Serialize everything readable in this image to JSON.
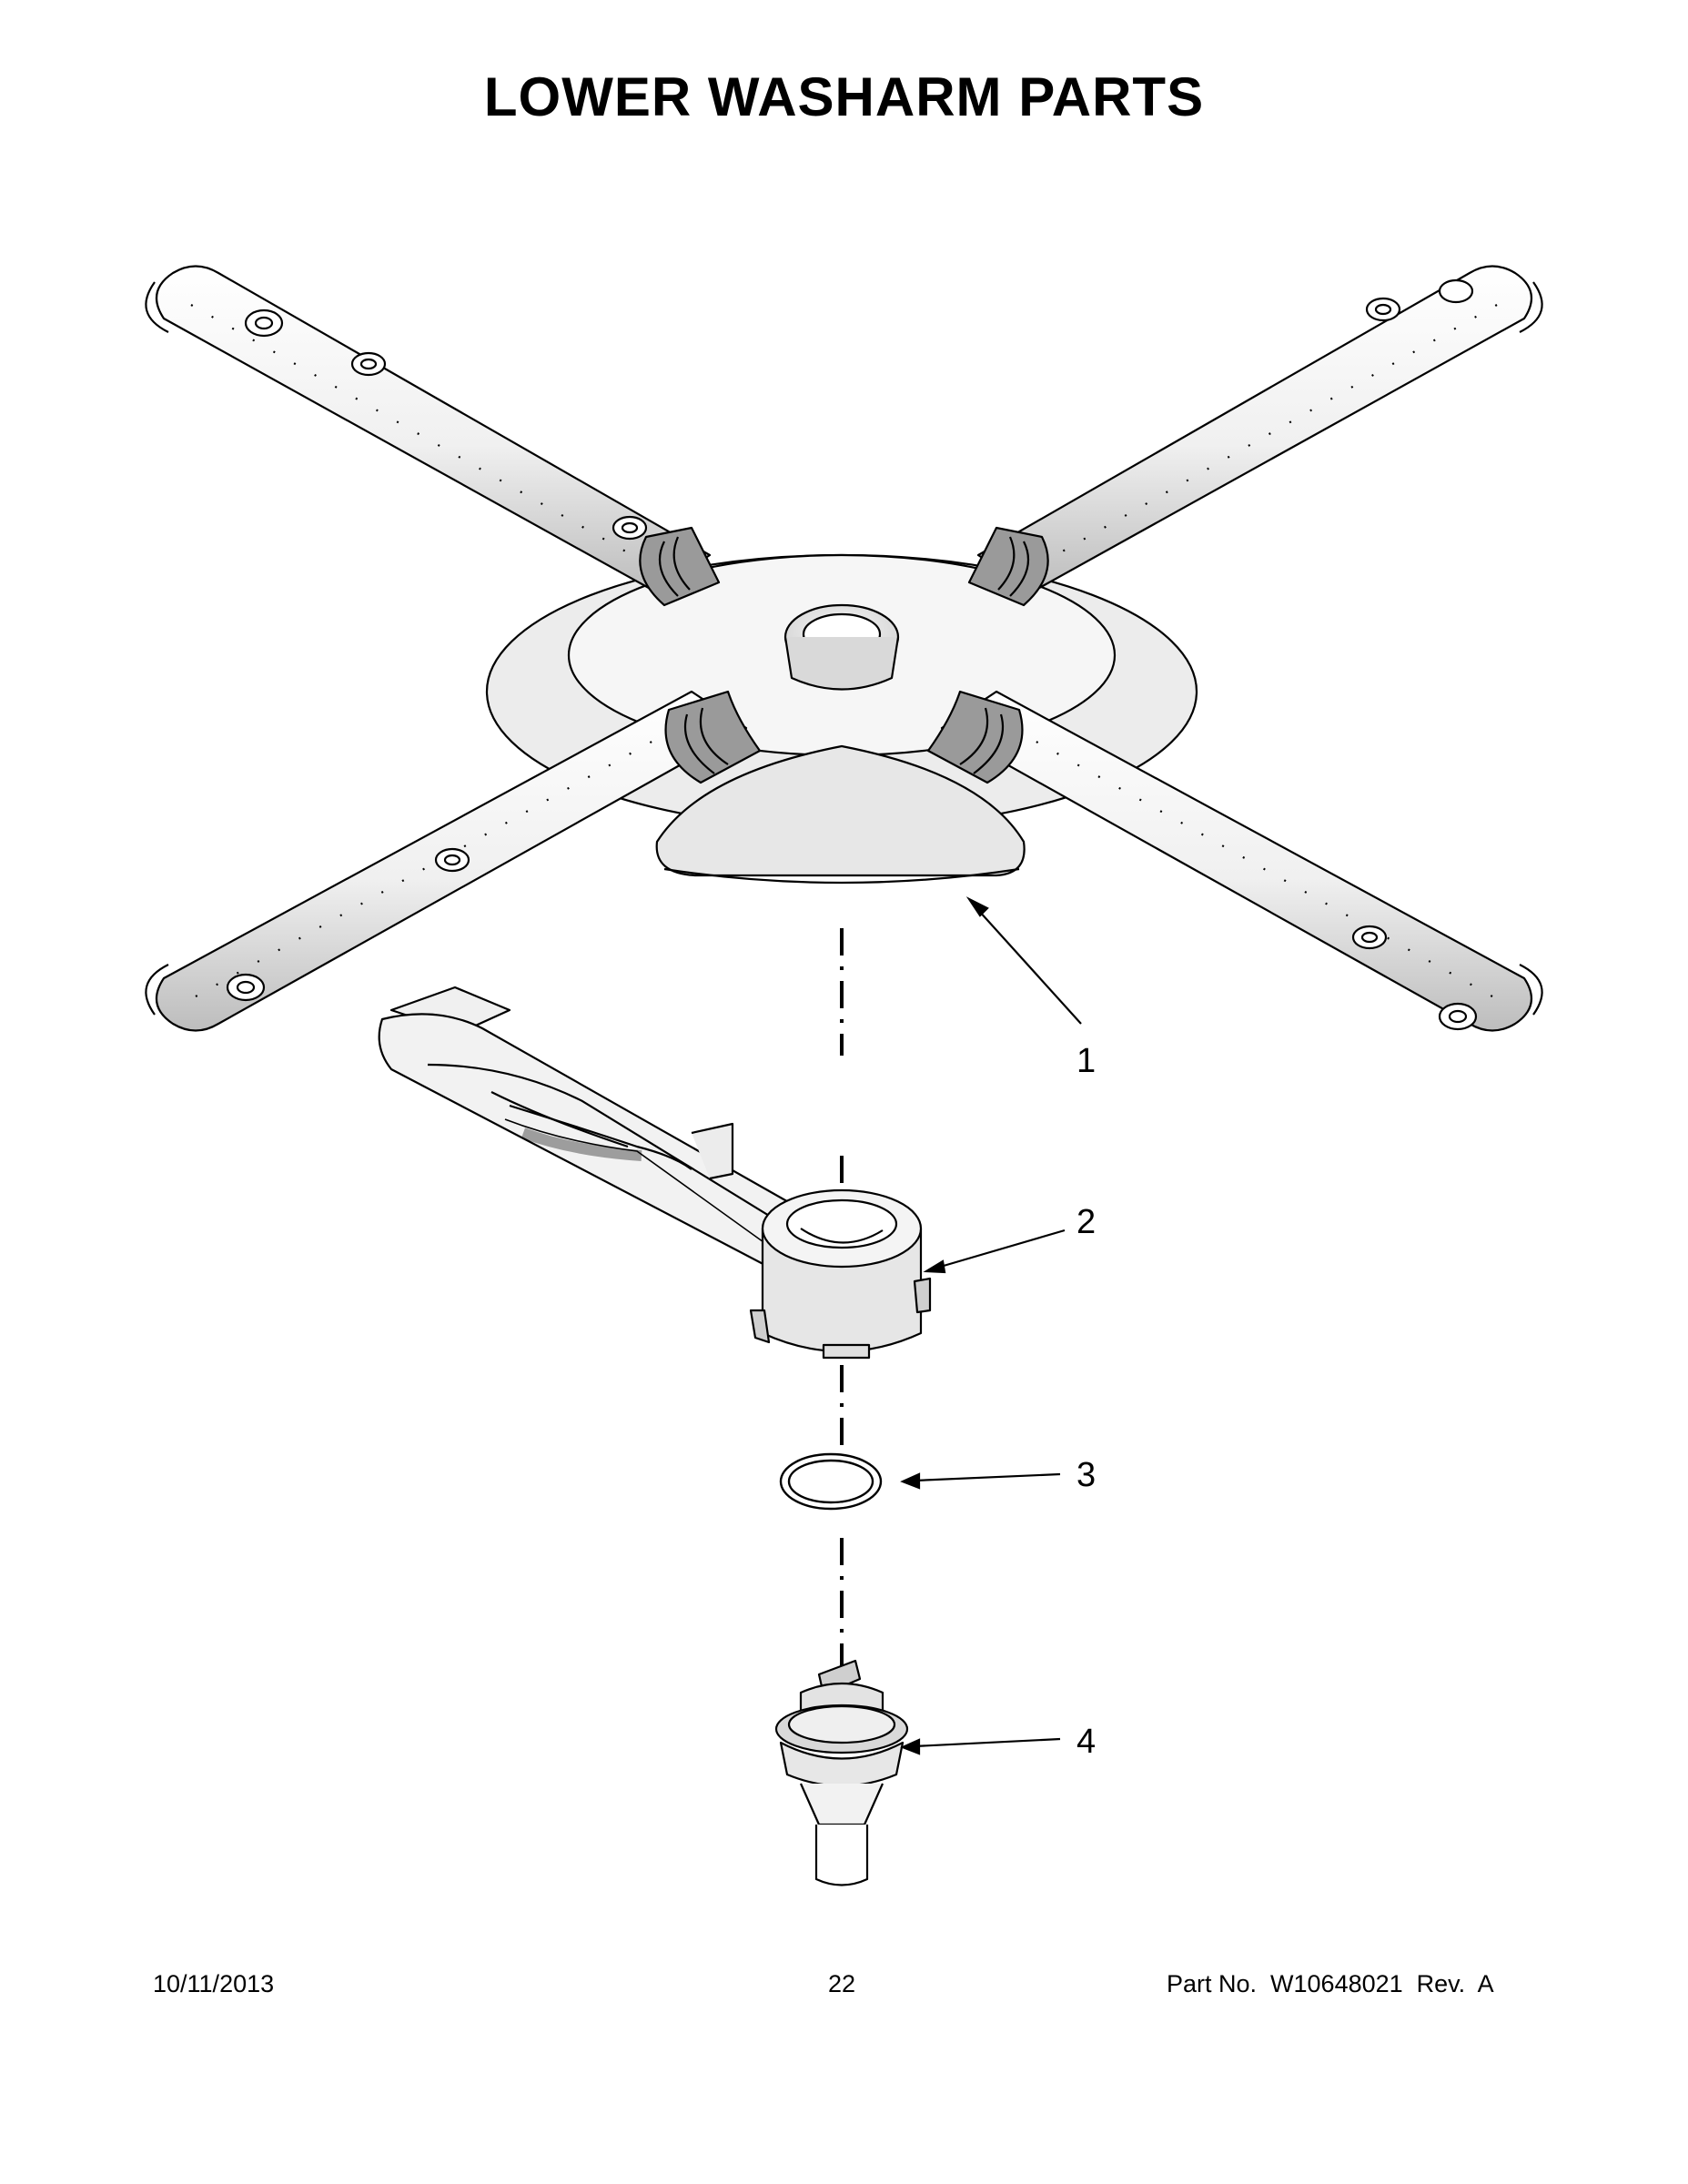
{
  "title": "LOWER WASHARM PARTS",
  "callouts": [
    {
      "number": "1",
      "part": "lower washarm assembly"
    },
    {
      "number": "2",
      "part": "manifold / water feed arm"
    },
    {
      "number": "3",
      "part": "o-ring"
    },
    {
      "number": "4",
      "part": "bearing / mount"
    }
  ],
  "footer": {
    "date": "10/11/2013",
    "page_number": "22",
    "part_number": "Part No.  W10648021  Rev.  A"
  },
  "colors": {
    "line": "#000000",
    "fill_light": "#f2f2f2",
    "fill_mid": "#cfcfcf",
    "fill_dark": "#9a9a9a"
  }
}
